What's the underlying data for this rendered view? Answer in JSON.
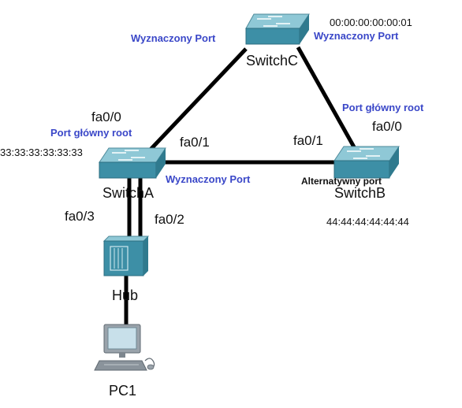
{
  "colors": {
    "role_label": "#3a47c8",
    "device_fill": "#3d8fa6",
    "device_top": "#8fc8d6"
  },
  "devices": {
    "switch_c": {
      "name": "SwitchC",
      "mac": "00:00:00:00:00:01",
      "icon": "switch-icon"
    },
    "switch_a": {
      "name": "SwitchA",
      "mac": "33:33:33:33:33:33",
      "icon": "switch-icon"
    },
    "switch_b": {
      "name": "SwitchB",
      "mac": "44:44:44:44:44:44",
      "icon": "switch-icon"
    },
    "hub": {
      "name": "Hub",
      "icon": "hub-icon"
    },
    "pc1": {
      "name": "PC1",
      "icon": "pc-icon"
    }
  },
  "interfaces": {
    "switch_a_fa0_0": "fa0/0",
    "switch_a_fa0_1": "fa0/1",
    "switch_a_fa0_3": "fa0/3",
    "switch_a_fa0_2": "fa0/2",
    "switch_b_fa0_1": "fa0/1",
    "switch_b_fa0_0": "fa0/0"
  },
  "roles": {
    "switch_c_left": "Wyznaczony Port",
    "switch_c_right": "Wyznaczony Port",
    "switch_a_root": "Port główny root",
    "switch_a_designated": "Wyznaczony Port",
    "switch_b_root": "Port główny root",
    "switch_b_alternate": "Alternatywny port"
  }
}
